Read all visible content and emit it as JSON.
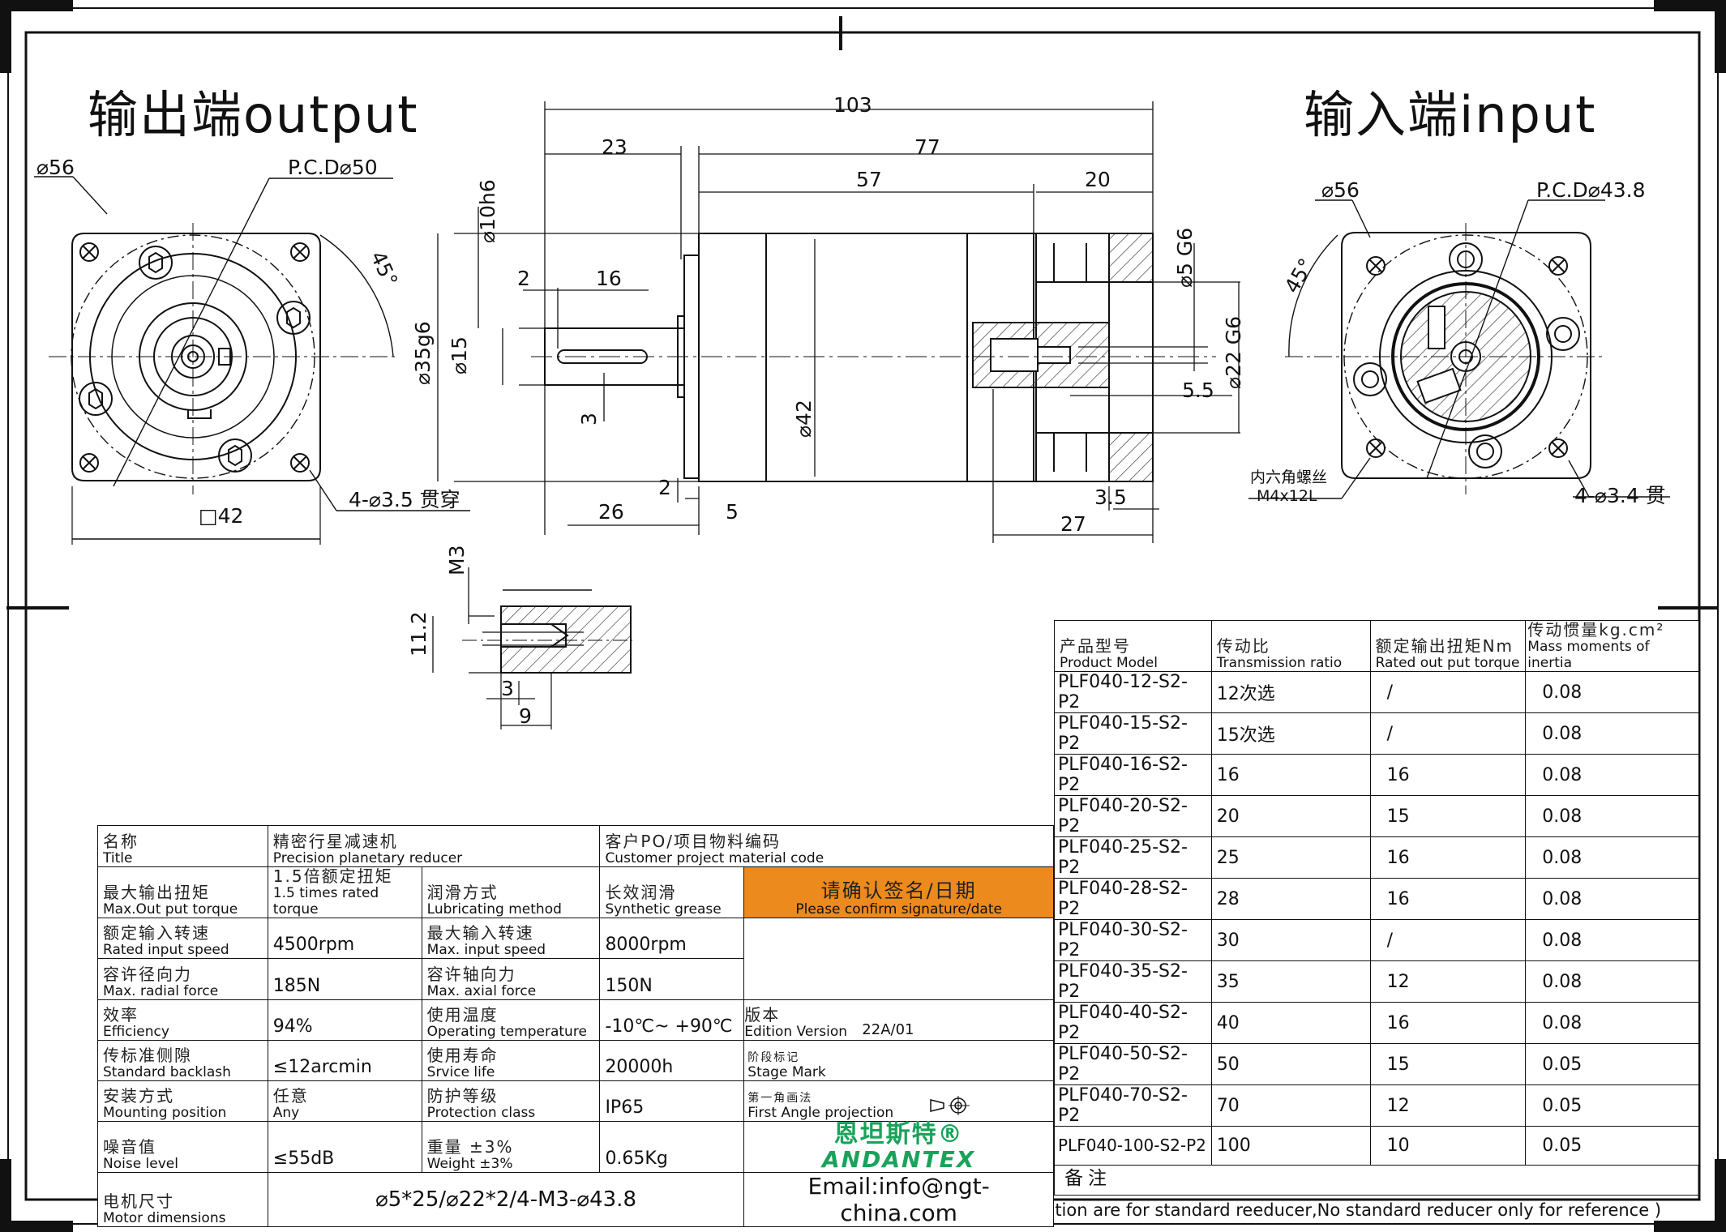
{
  "titles": {
    "output": "输出端output",
    "input": "输入端input"
  },
  "dims": {
    "output_dia": "⌀56",
    "output_pcd": "P.C.D⌀50",
    "output_angle": "45°",
    "output_square": "□42",
    "output_holes": "4-⌀3.5 贯穿",
    "total_len": "103",
    "len_23": "23",
    "len_77": "77",
    "len_57": "57",
    "len_20": "20",
    "shaft_tol": "⌀10h6",
    "key_2": "2",
    "key_16": "16",
    "dia_35": "⌀35g6",
    "dia_15": "⌀15",
    "key_3": "3",
    "dia_42": "⌀42",
    "len_2b": "2",
    "len_26": "26",
    "len_5": "5",
    "bore_5": "⌀5 G6",
    "bore_22": "⌀22 G6",
    "len_5_5": "5.5",
    "len_3_5": "3.5",
    "len_27": "27",
    "input_dia": "⌀56",
    "input_pcd": "P.C.D⌀43.8",
    "input_angle": "45°",
    "hex_screw_cn": "内六角螺丝",
    "hex_screw": "M4x12L",
    "input_holes": "4-⌀3.4 贯",
    "thread_m3": "M3",
    "len_11_2": "11.2",
    "len_3b": "3",
    "len_9": "9"
  },
  "product_table": {
    "headers": [
      {
        "cn": "产品型号",
        "en": "Product Model"
      },
      {
        "cn": "传动比",
        "en": "Transmission ratio"
      },
      {
        "cn": "额定输出扭矩Nm",
        "en": "Rated out put torque"
      },
      {
        "cn": "传动惯量kg.cm²",
        "en": "Mass moments of inertia"
      }
    ],
    "rows": [
      [
        "PLF040-12-S2-P2",
        "12次选",
        "/",
        "0.08"
      ],
      [
        "PLF040-15-S2-P2",
        "15次选",
        "/",
        "0.08"
      ],
      [
        "PLF040-16-S2-P2",
        "16",
        "16",
        "0.08"
      ],
      [
        "PLF040-20-S2-P2",
        "20",
        "15",
        "0.08"
      ],
      [
        "PLF040-25-S2-P2",
        "25",
        "16",
        "0.08"
      ],
      [
        "PLF040-28-S2-P2",
        "28",
        "16",
        "0.08"
      ],
      [
        "PLF040-30-S2-P2",
        "30",
        "/",
        "0.08"
      ],
      [
        "PLF040-35-S2-P2",
        "35",
        "12",
        "0.08"
      ],
      [
        "PLF040-40-S2-P2",
        "40",
        "16",
        "0.08"
      ],
      [
        "PLF040-50-S2-P2",
        "50",
        "15",
        "0.05"
      ],
      [
        "PLF040-70-S2-P2",
        "70",
        "12",
        "0.05"
      ],
      [
        "PLF040-100-S2-P2",
        "100",
        "10",
        "0.05"
      ]
    ]
  },
  "spec": {
    "name_cn": "名称",
    "name_en": "Title",
    "name_val_cn": "精密行星减速机",
    "name_val_en": "Precision planetary reducer",
    "po_cn": "客户PO/项目物料编码",
    "po_en": "Customer project material code",
    "maxtorque_cn": "最大输出扭矩",
    "maxtorque_en": "Max.Out put torque",
    "maxtorque_val_cn": "1.5倍额定扭矩",
    "maxtorque_val_en": "1.5 times rated torque",
    "lub_cn": "润滑方式",
    "lub_en": "Lubricating method",
    "lub_val_cn": "长效润滑",
    "lub_val_en": "Synthetic grease",
    "confirm_cn": "请确认签名/日期",
    "confirm_en": "Please confirm signature/date",
    "ratedspeed_cn": "额定输入转速",
    "ratedspeed_en": "Rated input speed",
    "ratedspeed_val": "4500rpm",
    "maxspeed_cn": "最大输入转速",
    "maxspeed_en": "Max. input speed",
    "maxspeed_val": "8000rpm",
    "radial_cn": "容许径向力",
    "radial_en": "Max. radial force",
    "radial_val": "185N",
    "axial_cn": "容许轴向力",
    "axial_en": "Max. axial force",
    "axial_val": "150N",
    "eff_cn": "效率",
    "eff_en": "Efficiency",
    "eff_val": "94%",
    "temp_cn": "使用温度",
    "temp_en": "Operating temperature",
    "temp_val": "-10℃~ +90℃",
    "backlash_cn": "传标准侧隙",
    "backlash_en": "Standard backlash",
    "backlash_val": "≤12arcmin",
    "life_cn": "使用寿命",
    "life_en": "Srvice life",
    "life_val": "20000h",
    "mount_cn": "安装方式",
    "mount_en": "Mounting position",
    "mount_val_cn": "任意",
    "mount_val_en": "Any",
    "prot_cn": "防护等级",
    "prot_en": "Protection class",
    "prot_val": "IP65",
    "noise_cn": "噪音值",
    "noise_en": "Noise level",
    "noise_val": "≤55dB",
    "weight_cn": "重量 ±3%",
    "weight_en": "Weight ±3%",
    "weight_val": "0.65Kg",
    "motor_cn": "电机尺寸",
    "motor_en": "Motor dimensions",
    "motor_val": "⌀5*25/⌀22*2/4-M3-⌀43.8",
    "edition_cn": "版本",
    "edition_en": "Edition Version",
    "edition_val": "22A/01",
    "stage_cn": "阶段标记",
    "stage_en": "Stage Mark",
    "proj_cn": "第一角画法",
    "proj_en": "First Angle projection",
    "logo_cn": "恩坦斯特®",
    "logo_en": "ANDANTEX",
    "email": "Email:info@ngt-china.com",
    "remark_cn": "备注"
  },
  "footer_note": "规格尺寸如有变动，恕不另行通知 ( Above specification are for standard reeducer,No standard reducer only for reference )"
}
